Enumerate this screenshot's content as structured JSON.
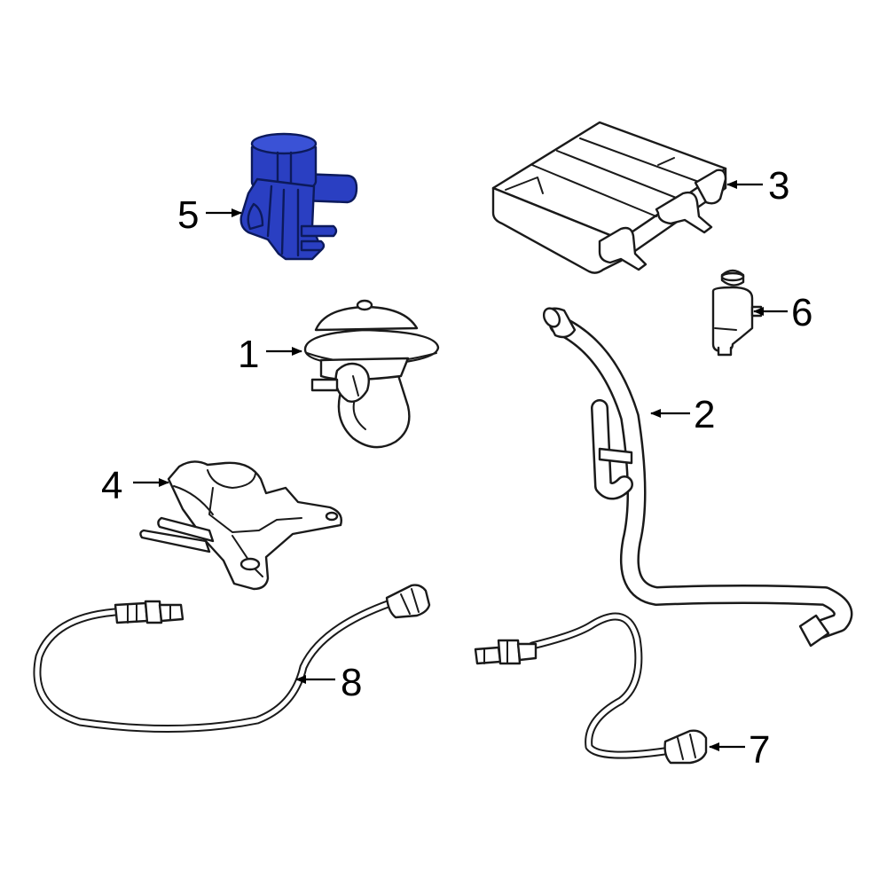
{
  "highlight_color": "#2a3fc2",
  "callouts": [
    {
      "id": "1",
      "label": "1",
      "part": "egr-valve"
    },
    {
      "id": "2",
      "label": "2",
      "part": "vacuum-hose-tube"
    },
    {
      "id": "3",
      "label": "3",
      "part": "vapor-canister"
    },
    {
      "id": "4",
      "label": "4",
      "part": "mounting-bracket"
    },
    {
      "id": "5",
      "label": "5",
      "part": "vacuum-solenoid",
      "highlighted": true
    },
    {
      "id": "6",
      "label": "6",
      "part": "small-valve"
    },
    {
      "id": "7",
      "label": "7",
      "part": "oxygen-sensor-rear"
    },
    {
      "id": "8",
      "label": "8",
      "part": "oxygen-sensor-front"
    }
  ]
}
